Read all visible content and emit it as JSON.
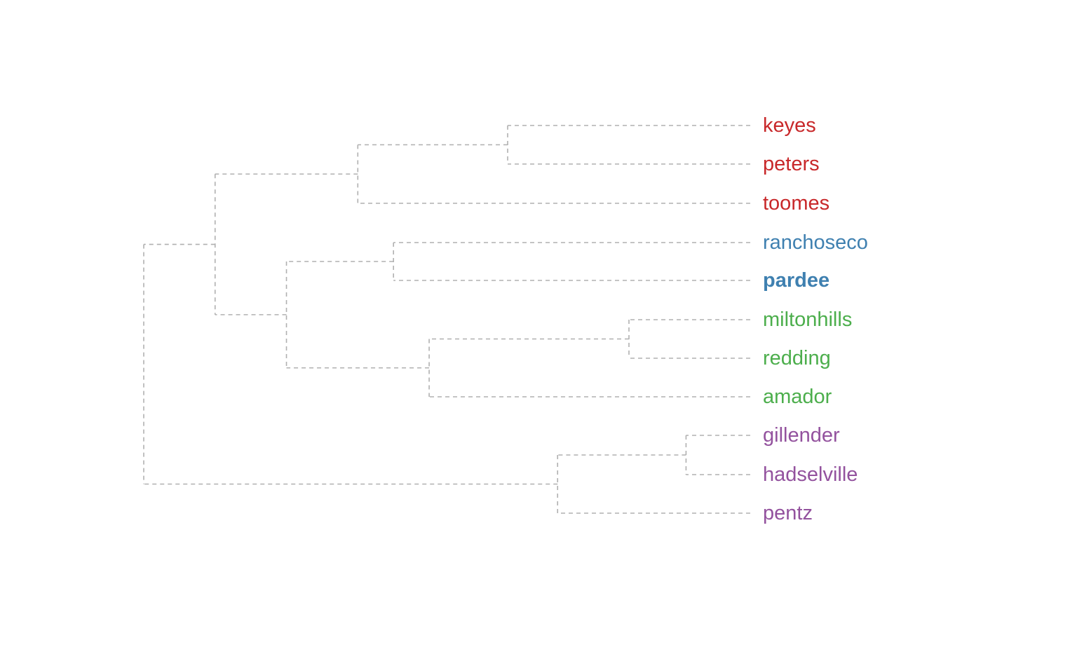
{
  "chart_data": {
    "type": "dendrogram",
    "orientation": "horizontal",
    "leaves": [
      {
        "name": "keyes",
        "group": "red",
        "bold": false
      },
      {
        "name": "peters",
        "group": "red",
        "bold": false
      },
      {
        "name": "toomes",
        "group": "red",
        "bold": false
      },
      {
        "name": "ranchoseco",
        "group": "blue",
        "bold": false
      },
      {
        "name": "pardee",
        "group": "blue",
        "bold": true
      },
      {
        "name": "miltonhills",
        "group": "green",
        "bold": false
      },
      {
        "name": "redding",
        "group": "green",
        "bold": false
      },
      {
        "name": "amador",
        "group": "green",
        "bold": false
      },
      {
        "name": "gillender",
        "group": "purple",
        "bold": false
      },
      {
        "name": "hadselville",
        "group": "purple",
        "bold": false
      },
      {
        "name": "pentz",
        "group": "purple",
        "bold": false
      }
    ],
    "merges": [
      {
        "left": "keyes",
        "right": "peters",
        "height": 1.7
      },
      {
        "left": "miltonhills",
        "right": "redding",
        "height": 0.85
      },
      {
        "left": "gillender",
        "right": "hadselville",
        "height": 0.45
      },
      {
        "left": "ranchoseco",
        "right": "pardee",
        "height": 2.5
      },
      {
        "left": "keyes+peters",
        "right": "toomes",
        "height": 2.75
      },
      {
        "left": "miltonhills+redding",
        "right": "amador",
        "height": 2.25
      },
      {
        "left": "gillender+hadselville",
        "right": "pentz",
        "height": 1.35
      },
      {
        "left": "ranchoseco+pardee",
        "right": "miltonhills+redding+amador",
        "height": 3.25
      },
      {
        "left": "keyes+peters+toomes",
        "right": "ranchoseco+pardee+miltonhills+redding+amador",
        "height": 3.75
      },
      {
        "left": "keyes+peters+toomes+ranchoseco+pardee+miltonhills+redding+amador",
        "right": "gillender+hadselville+pentz",
        "height": 4.25
      }
    ],
    "max_height": 4.25,
    "colors": {
      "red": "#c8282a",
      "blue": "#3f80b0",
      "green": "#4cae4c",
      "purple": "#93529e",
      "branch": "#b0b0b0"
    }
  }
}
